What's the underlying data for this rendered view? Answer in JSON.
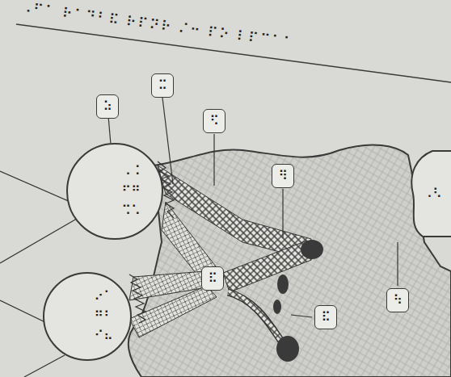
{
  "diagram": {
    "nodes": [
      {
        "text": [
          "⠭"
        ]
      },
      {
        "text": [
          "⠵"
        ]
      },
      {
        "text": [
          "⠫"
        ]
      },
      {
        "text": [
          "⠠⠨",
          "⠋⠛",
          "⠩⠡"
        ]
      },
      {
        "text": [
          "⠻"
        ]
      },
      {
        "text": [
          "⠠⠣"
        ]
      },
      {
        "text": [
          "⠯"
        ]
      },
      {
        "text": [
          "⠔⠁",
          "⠛⠃",
          "⠊⠦"
        ]
      },
      {
        "text": [
          "⠳"
        ]
      },
      {
        "text": [
          "⠯"
        ]
      }
    ],
    "edges": [
      {
        "from": 1,
        "to": 3,
        "arrow": "none"
      }
    ],
    "labels": [
      "⠠⠋⠁ ⠗⠁⠙⠃⠯ ⠗⠏⠝⠗ ⠌⠒ ⠏⠕ ⠇⠏⠉⠁⠁"
    ]
  }
}
